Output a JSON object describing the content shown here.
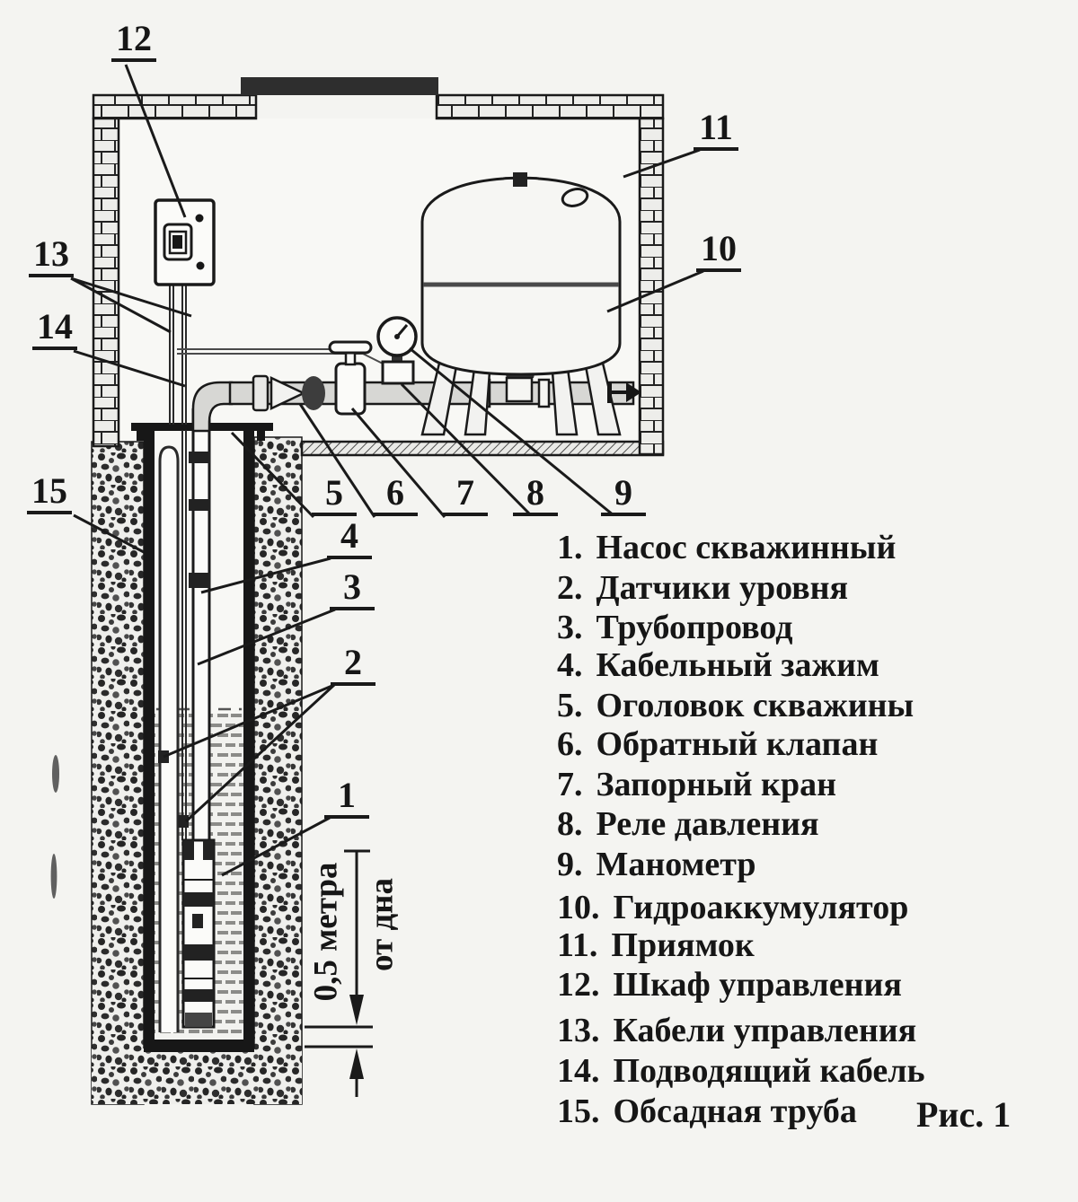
{
  "figure": {
    "caption": "Рис. 1"
  },
  "legend": {
    "items": [
      {
        "num": "1.",
        "label": "Насос скважинный"
      },
      {
        "num": "2.",
        "label": "Датчики уровня"
      },
      {
        "num": "3.",
        "label": "Трубопровод"
      },
      {
        "num": "4.",
        "label": "Кабельный зажим"
      },
      {
        "num": "5.",
        "label": "Оголовок скважины"
      },
      {
        "num": "6.",
        "label": "Обратный клапан"
      },
      {
        "num": "7.",
        "label": "Запорный кран"
      },
      {
        "num": "8.",
        "label": "Реле давления"
      },
      {
        "num": "9.",
        "label": "Манометр"
      },
      {
        "num": "10.",
        "label": "Гидроаккумулятор"
      },
      {
        "num": "11.",
        "label": "Приямок"
      },
      {
        "num": "12.",
        "label": "Шкаф управления"
      },
      {
        "num": "13.",
        "label": "Кабели управления"
      },
      {
        "num": "14.",
        "label": "Подводящий кабель"
      },
      {
        "num": "15.",
        "label": "Обсадная труба"
      }
    ]
  },
  "callouts": {
    "c1": "1",
    "c2": "2",
    "c3": "3",
    "c4": "4",
    "c5": "5",
    "c6": "6",
    "c7": "7",
    "c8": "8",
    "c9": "9",
    "c10": "10",
    "c11": "11",
    "c12": "12",
    "c13": "13",
    "c14": "14",
    "c15": "15"
  },
  "dimension": {
    "distance": "0,5 метра",
    "reference": "от дна"
  },
  "colors": {
    "ink": "#1a1a1a",
    "background": "#f4f4f1",
    "pipe_fill": "#d7d7d4"
  }
}
